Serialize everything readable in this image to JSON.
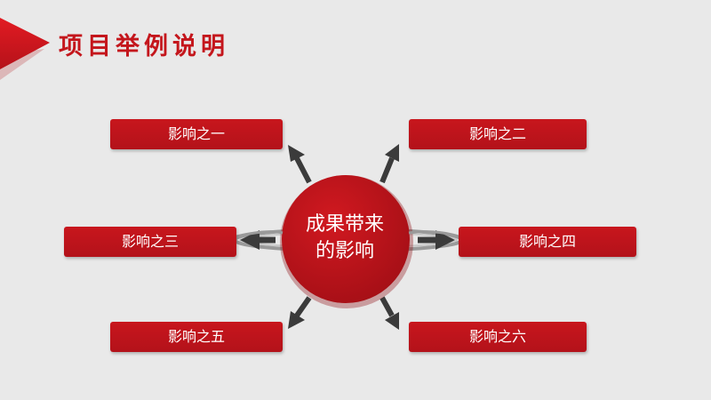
{
  "slide": {
    "title": "项目举例说明",
    "accent_color": "#c4161c"
  },
  "diagram": {
    "center": {
      "line1": "成果带来",
      "line2": "的影响"
    },
    "nodes": [
      {
        "label": "影响之一"
      },
      {
        "label": "影响之二"
      },
      {
        "label": "影响之三"
      },
      {
        "label": "影响之四"
      },
      {
        "label": "影响之五"
      },
      {
        "label": "影响之六"
      }
    ]
  }
}
